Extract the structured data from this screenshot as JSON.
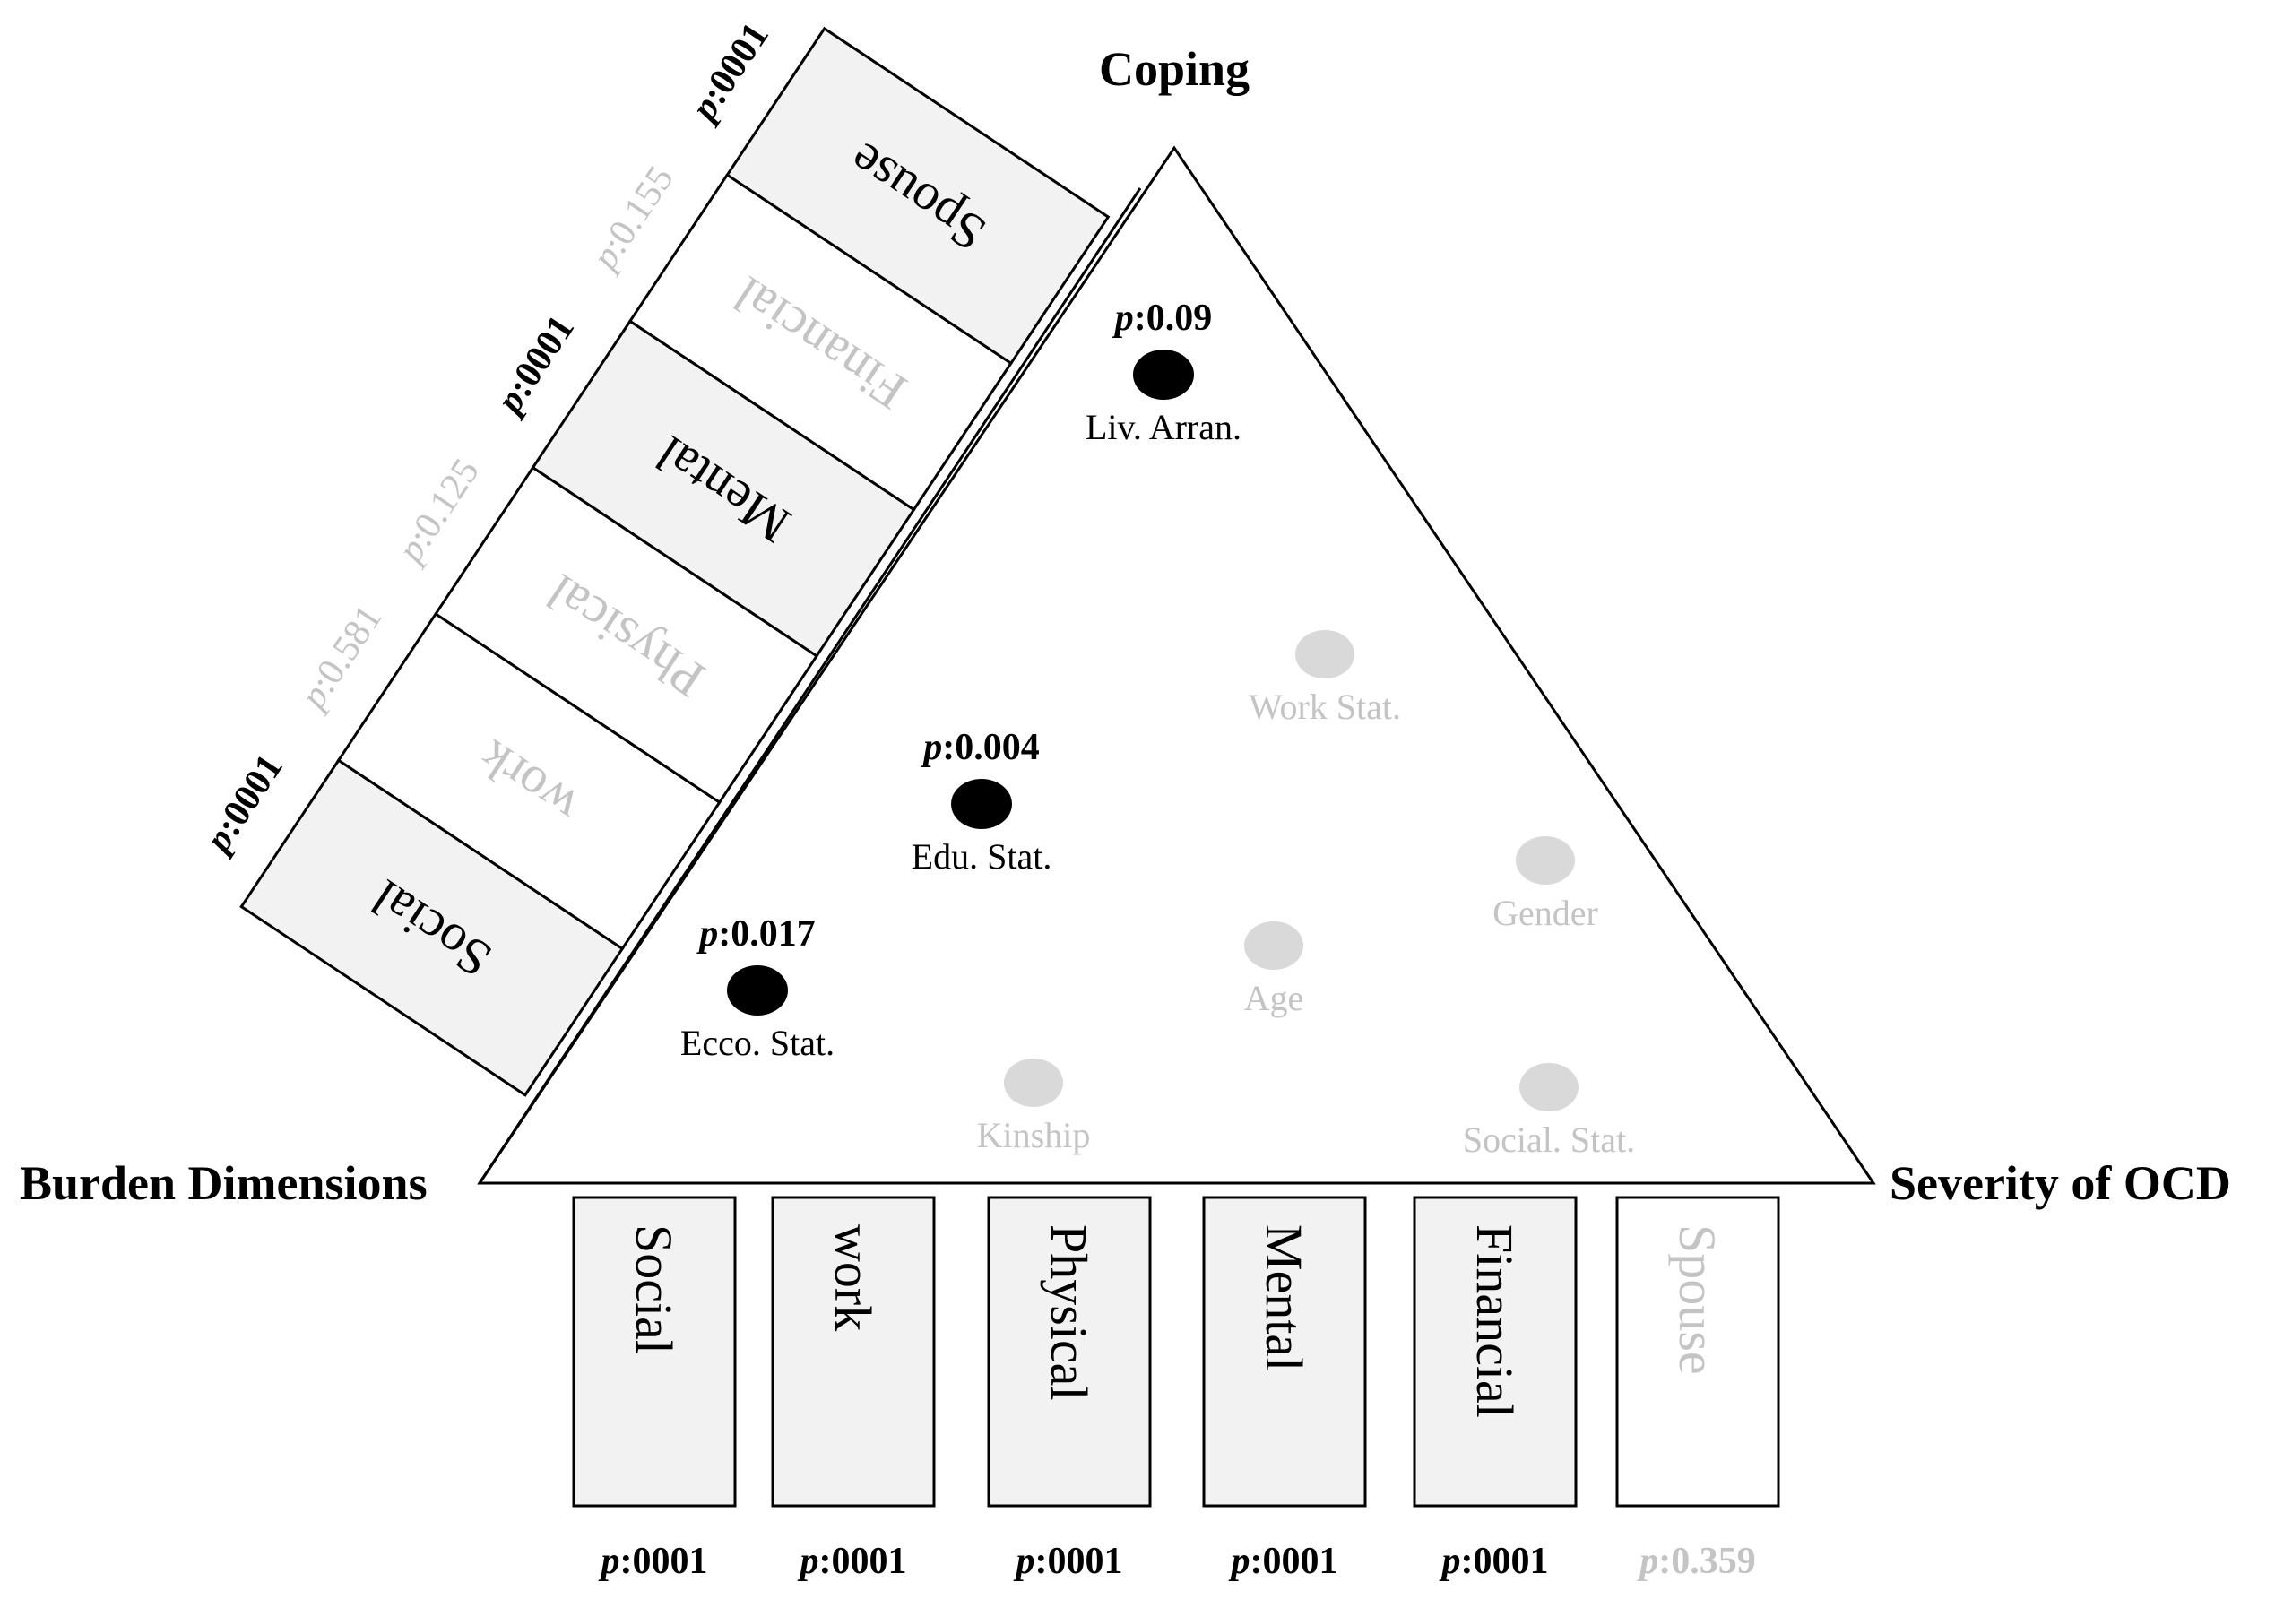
{
  "corners": {
    "top": "Coping",
    "left": "Burden Dimensions",
    "right": "Severity of OCD"
  },
  "diagonal_boxes": [
    {
      "label": "Social",
      "p": "p:0001",
      "significant": true
    },
    {
      "label": "work",
      "p": "p:0.581",
      "significant": false
    },
    {
      "label": "Physical",
      "p": "p:0.125",
      "significant": false
    },
    {
      "label": "Mental",
      "p": "p:0001",
      "significant": true
    },
    {
      "label": "Financial",
      "p": "p:0.155",
      "significant": false
    },
    {
      "label": "Spouse",
      "p": "p:0001",
      "significant": true
    }
  ],
  "bottom_boxes": [
    {
      "label": "Social",
      "p": "p:0001",
      "significant": true
    },
    {
      "label": "work",
      "p": "p:0001",
      "significant": true
    },
    {
      "label": "Physical",
      "p": "p:0001",
      "significant": true
    },
    {
      "label": "Mental",
      "p": "p:0001",
      "significant": true
    },
    {
      "label": "Financial",
      "p": "p:0001",
      "significant": true
    },
    {
      "label": "Spouse",
      "p": "p:0.359",
      "significant": false
    }
  ],
  "nodes": [
    {
      "label": "Liv. Arran.",
      "p": "p:0.09",
      "significant": true
    },
    {
      "label": "Edu. Stat.",
      "p": "p:0.004",
      "significant": true
    },
    {
      "label": "Ecco. Stat.",
      "p": "p:0.017",
      "significant": true
    },
    {
      "label": "Work Stat.",
      "p": "",
      "significant": false
    },
    {
      "label": "Gender",
      "p": "",
      "significant": false
    },
    {
      "label": "Age",
      "p": "",
      "significant": false
    },
    {
      "label": "Kinship",
      "p": "",
      "significant": false
    },
    {
      "label": "Social. Stat.",
      "p": "",
      "significant": false
    }
  ],
  "colors": {
    "significant": "#000000",
    "nonsignificant": "#c4c4c4",
    "box_fill_significant": "#f2f2f2"
  }
}
